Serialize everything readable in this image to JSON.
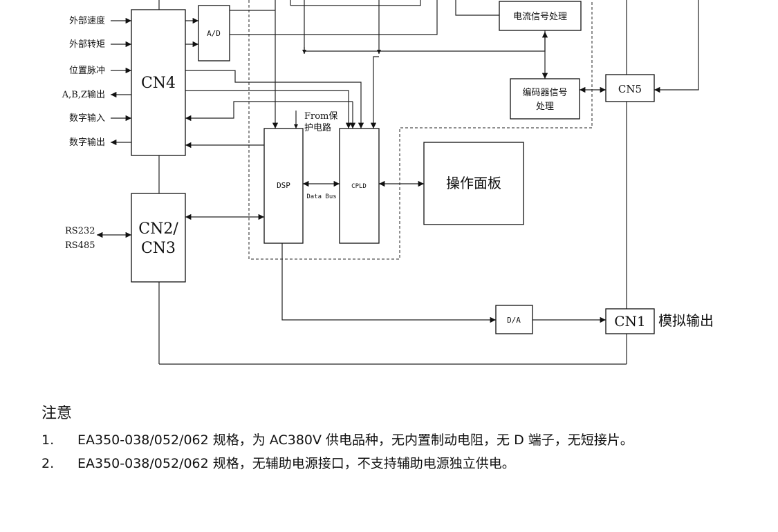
{
  "diagram": {
    "left_signals": [
      "外部速度",
      "外部转矩",
      "位置脉冲",
      "A,B,Z输出",
      "数字输入",
      "数字输出"
    ],
    "rs232": "RS232",
    "rs485": "RS485",
    "cn4": "CN4",
    "cn2_line1": "CN2/",
    "cn2_line2": "CN3",
    "ad": "A/D",
    "current_proc": "电流信号处理",
    "encoder_line1": "编码器信号",
    "encoder_line2": "处理",
    "cn5": "CN5",
    "from_line1": "From保",
    "from_line2": "护电路",
    "dsp": "DSP",
    "cpld": "CPLD",
    "data_bus": "Data Bus",
    "panel": "操作面板",
    "da": "D/A",
    "cn1": "CN1",
    "analog_out": "模拟输出"
  },
  "notes": {
    "title": "注意",
    "items": [
      {
        "num": "1.",
        "text": "EA350-038/052/062 规格，为 AC380V 供电品种，无内置制动电阻，无 D 端子，无短接片。"
      },
      {
        "num": "2.",
        "text": "EA350-038/052/062 规格，无辅助电源接口，不支持辅助电源独立供电。"
      }
    ]
  }
}
